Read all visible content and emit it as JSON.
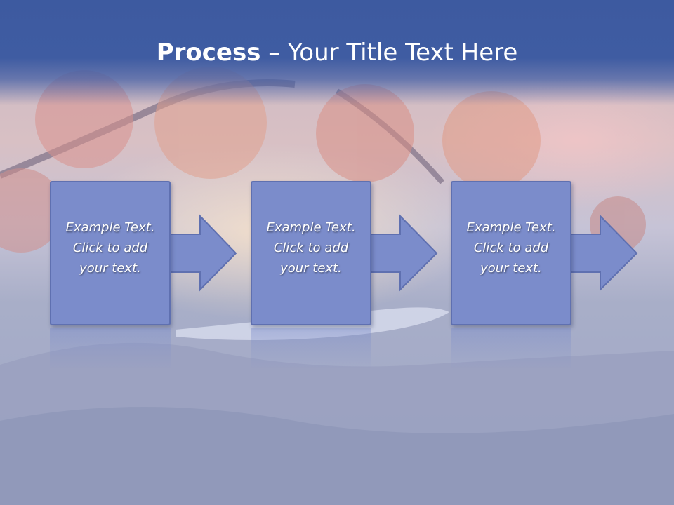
{
  "title": {
    "bold": "Process",
    "rest": " – Your Title Text Here"
  },
  "steps": [
    {
      "text": "Example Text.\nClick  to add\nyour text."
    },
    {
      "text": "Example Text.\nClick  to add\nyour text."
    },
    {
      "text": "Example Text.\nClick  to add\nyour text."
    }
  ],
  "colors": {
    "title_band": "#3f5ca2",
    "box_fill": "#7b8ccb",
    "box_border": "#5f70b0",
    "arrow_fill": "#7b8ccb"
  }
}
